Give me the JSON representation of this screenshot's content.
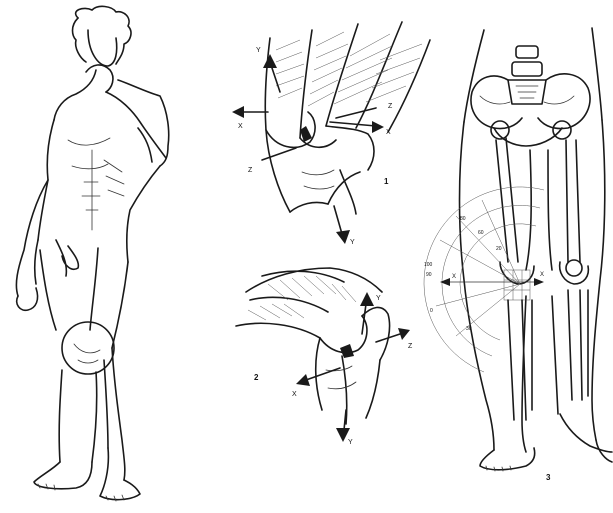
{
  "panels": [
    {
      "id": "statue",
      "label": ""
    },
    {
      "id": "knee-lateral",
      "label": "1"
    },
    {
      "id": "knee-medial",
      "label": "2"
    },
    {
      "id": "legs-skeleton",
      "label": "3"
    }
  ],
  "axes": {
    "panel1": {
      "y_top": "Y",
      "x_left": "X",
      "z_right": "Z",
      "x_right": "X",
      "z_left": "Z",
      "y_bottom": "Y"
    },
    "panel2": {
      "y_top": "Y",
      "z_right": "Z",
      "x_left": "X",
      "y_bottom": "Y"
    },
    "panel3": {
      "x_left": "X",
      "x_right": "X"
    }
  },
  "goniometer": {
    "ticks": [
      "100",
      "90",
      "80",
      "60",
      "20",
      "0",
      "30"
    ]
  }
}
